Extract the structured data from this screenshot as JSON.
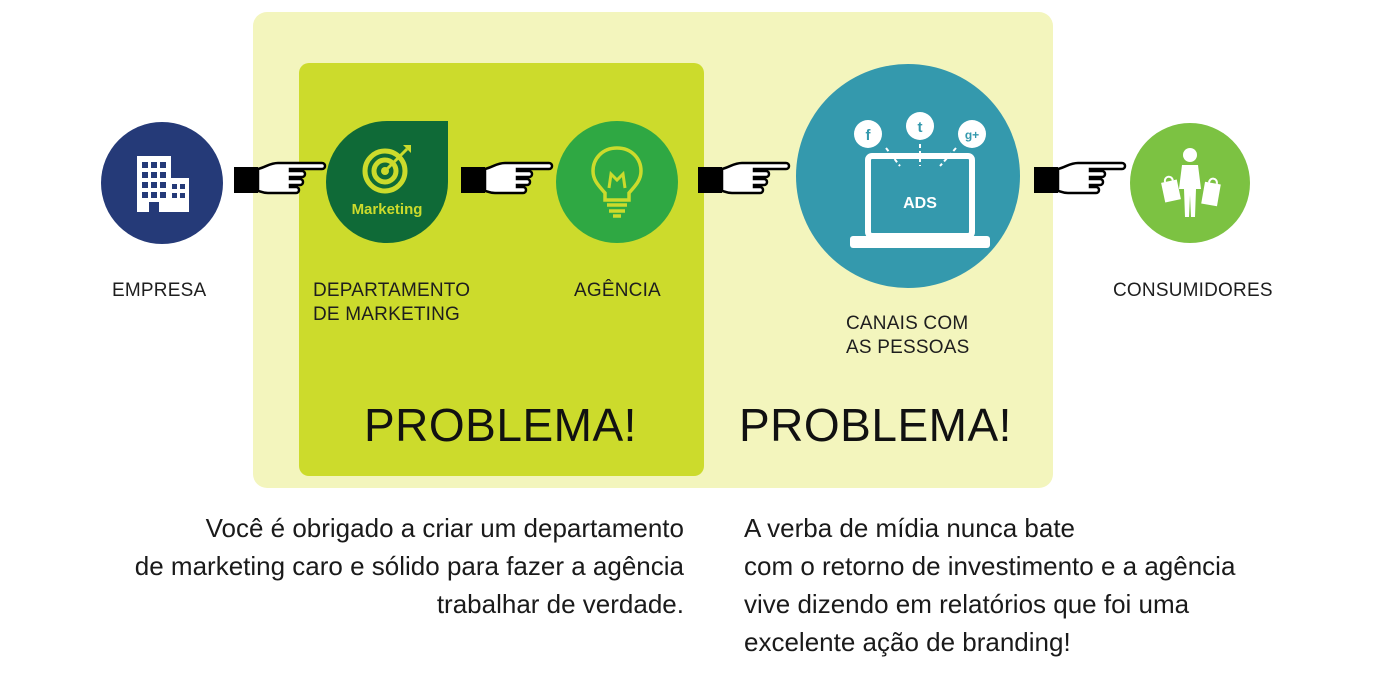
{
  "nodes": {
    "empresa": {
      "label": "EMPRESA"
    },
    "departamento": {
      "label_line1": "DEPARTAMENTO",
      "label_line2": "DE MARKETING",
      "badge": "Marketing"
    },
    "agencia": {
      "label": "AGÊNCIA"
    },
    "canais": {
      "label_line1": "CANAIS COM",
      "label_line2": "AS PESSOAS",
      "ads": "ADS",
      "social": [
        "f",
        "t",
        "g+"
      ]
    },
    "consumidores": {
      "label": "CONSUMIDORES"
    }
  },
  "problems": {
    "left": "PROBLEMA!",
    "right": "PROBLEMA!"
  },
  "texts": {
    "left": [
      "Você é obrigado a criar um departamento",
      "de marketing caro e sólido para fazer a agência",
      "trabalhar de verdade."
    ],
    "right": [
      "A verba de mídia nunca bate",
      "com o retorno de investimento e a agência",
      "vive dizendo em relatórios que foi uma",
      "excelente ação de branding!"
    ]
  },
  "colors": {
    "outer_box": "#f3f5bd",
    "inner_box": "#ccdb2c",
    "empresa": "#253a78",
    "marketing": "#0f6a37",
    "agencia": "#2fa843",
    "canais": "#3499ad",
    "consumidores": "#7cc242"
  },
  "icons": [
    "building-icon",
    "target-icon",
    "lightbulb-icon",
    "laptop-ads-icon",
    "shopper-icon",
    "pointing-hand-icon"
  ]
}
